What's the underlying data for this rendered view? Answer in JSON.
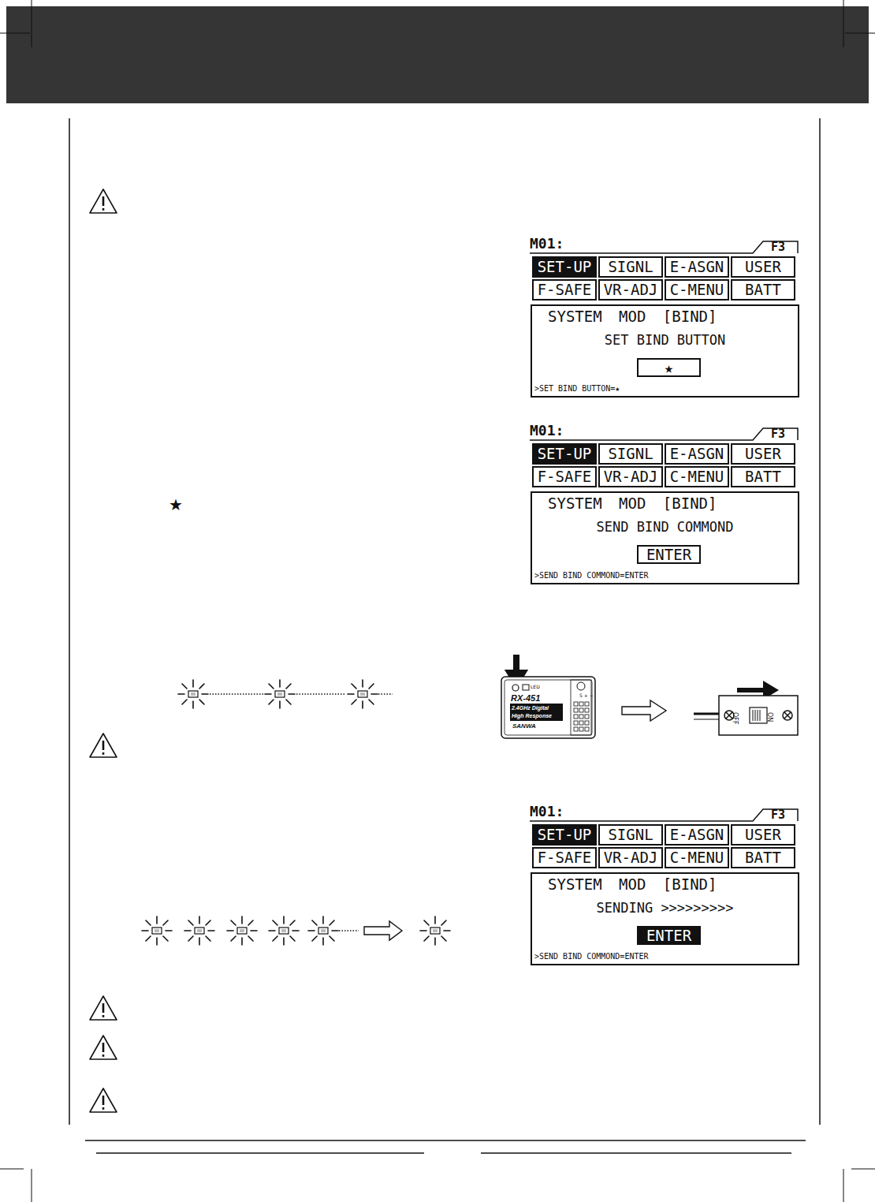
{
  "diagram": {
    "nodes": [
      {
        "text": [
          "SET-UP"
        ]
      },
      {
        "text": [
          "SIGNL"
        ]
      },
      {
        "text": [
          "E-ASGN"
        ]
      },
      {
        "text": [
          "USER"
        ]
      },
      {
        "text": [
          "F-SAFE"
        ]
      },
      {
        "text": [
          "VR-ADJ"
        ]
      },
      {
        "text": [
          "C-MENU"
        ]
      },
      {
        "text": [
          "BATT"
        ]
      },
      {
        "text": [
          "SYSTEM MOD [BIND]",
          "SET BIND BUTTON",
          ">SET BIND BUTTON=★"
        ]
      },
      {
        "text": [
          "★"
        ],
        "in": 8
      },
      {
        "text": [
          "SET-UP"
        ]
      },
      {
        "text": [
          "SIGNL"
        ]
      },
      {
        "text": [
          "E-ASGN"
        ]
      },
      {
        "text": [
          "USER"
        ]
      },
      {
        "text": [
          "F-SAFE"
        ]
      },
      {
        "text": [
          "VR-ADJ"
        ]
      },
      {
        "text": [
          "C-MENU"
        ]
      },
      {
        "text": [
          "BATT"
        ]
      },
      {
        "text": [
          "SYSTEM MOD [BIND]",
          "SEND BIND COMMOND",
          ">SEND BIND COMMOND=ENTER"
        ]
      },
      {
        "text": [
          "ENTER"
        ],
        "in": 18
      },
      {
        "text": [
          "SET-UP"
        ]
      },
      {
        "text": [
          "SIGNL"
        ]
      },
      {
        "text": [
          "E-ASGN"
        ]
      },
      {
        "text": [
          "USER"
        ]
      },
      {
        "text": [
          "F-SAFE"
        ]
      },
      {
        "text": [
          "VR-ADJ"
        ]
      },
      {
        "text": [
          "C-MENU"
        ]
      },
      {
        "text": [
          "BATT"
        ]
      },
      {
        "text": [
          "SYSTEM MOD [BIND]",
          "SENDING >>>>>>>>>",
          ">SEND BIND COMMOND=ENTER"
        ]
      },
      {
        "text": [
          "ENTER"
        ],
        "in": 28
      }
    ],
    "labels": [
      "M01:",
      "F3",
      "M01:",
      "F3",
      "M01:",
      "F3",
      "★",
      "LED",
      "S + −",
      "RX-451",
      "2.4GHz Digital",
      "High Response",
      "SANWA",
      "OFF",
      "ON"
    ]
  }
}
